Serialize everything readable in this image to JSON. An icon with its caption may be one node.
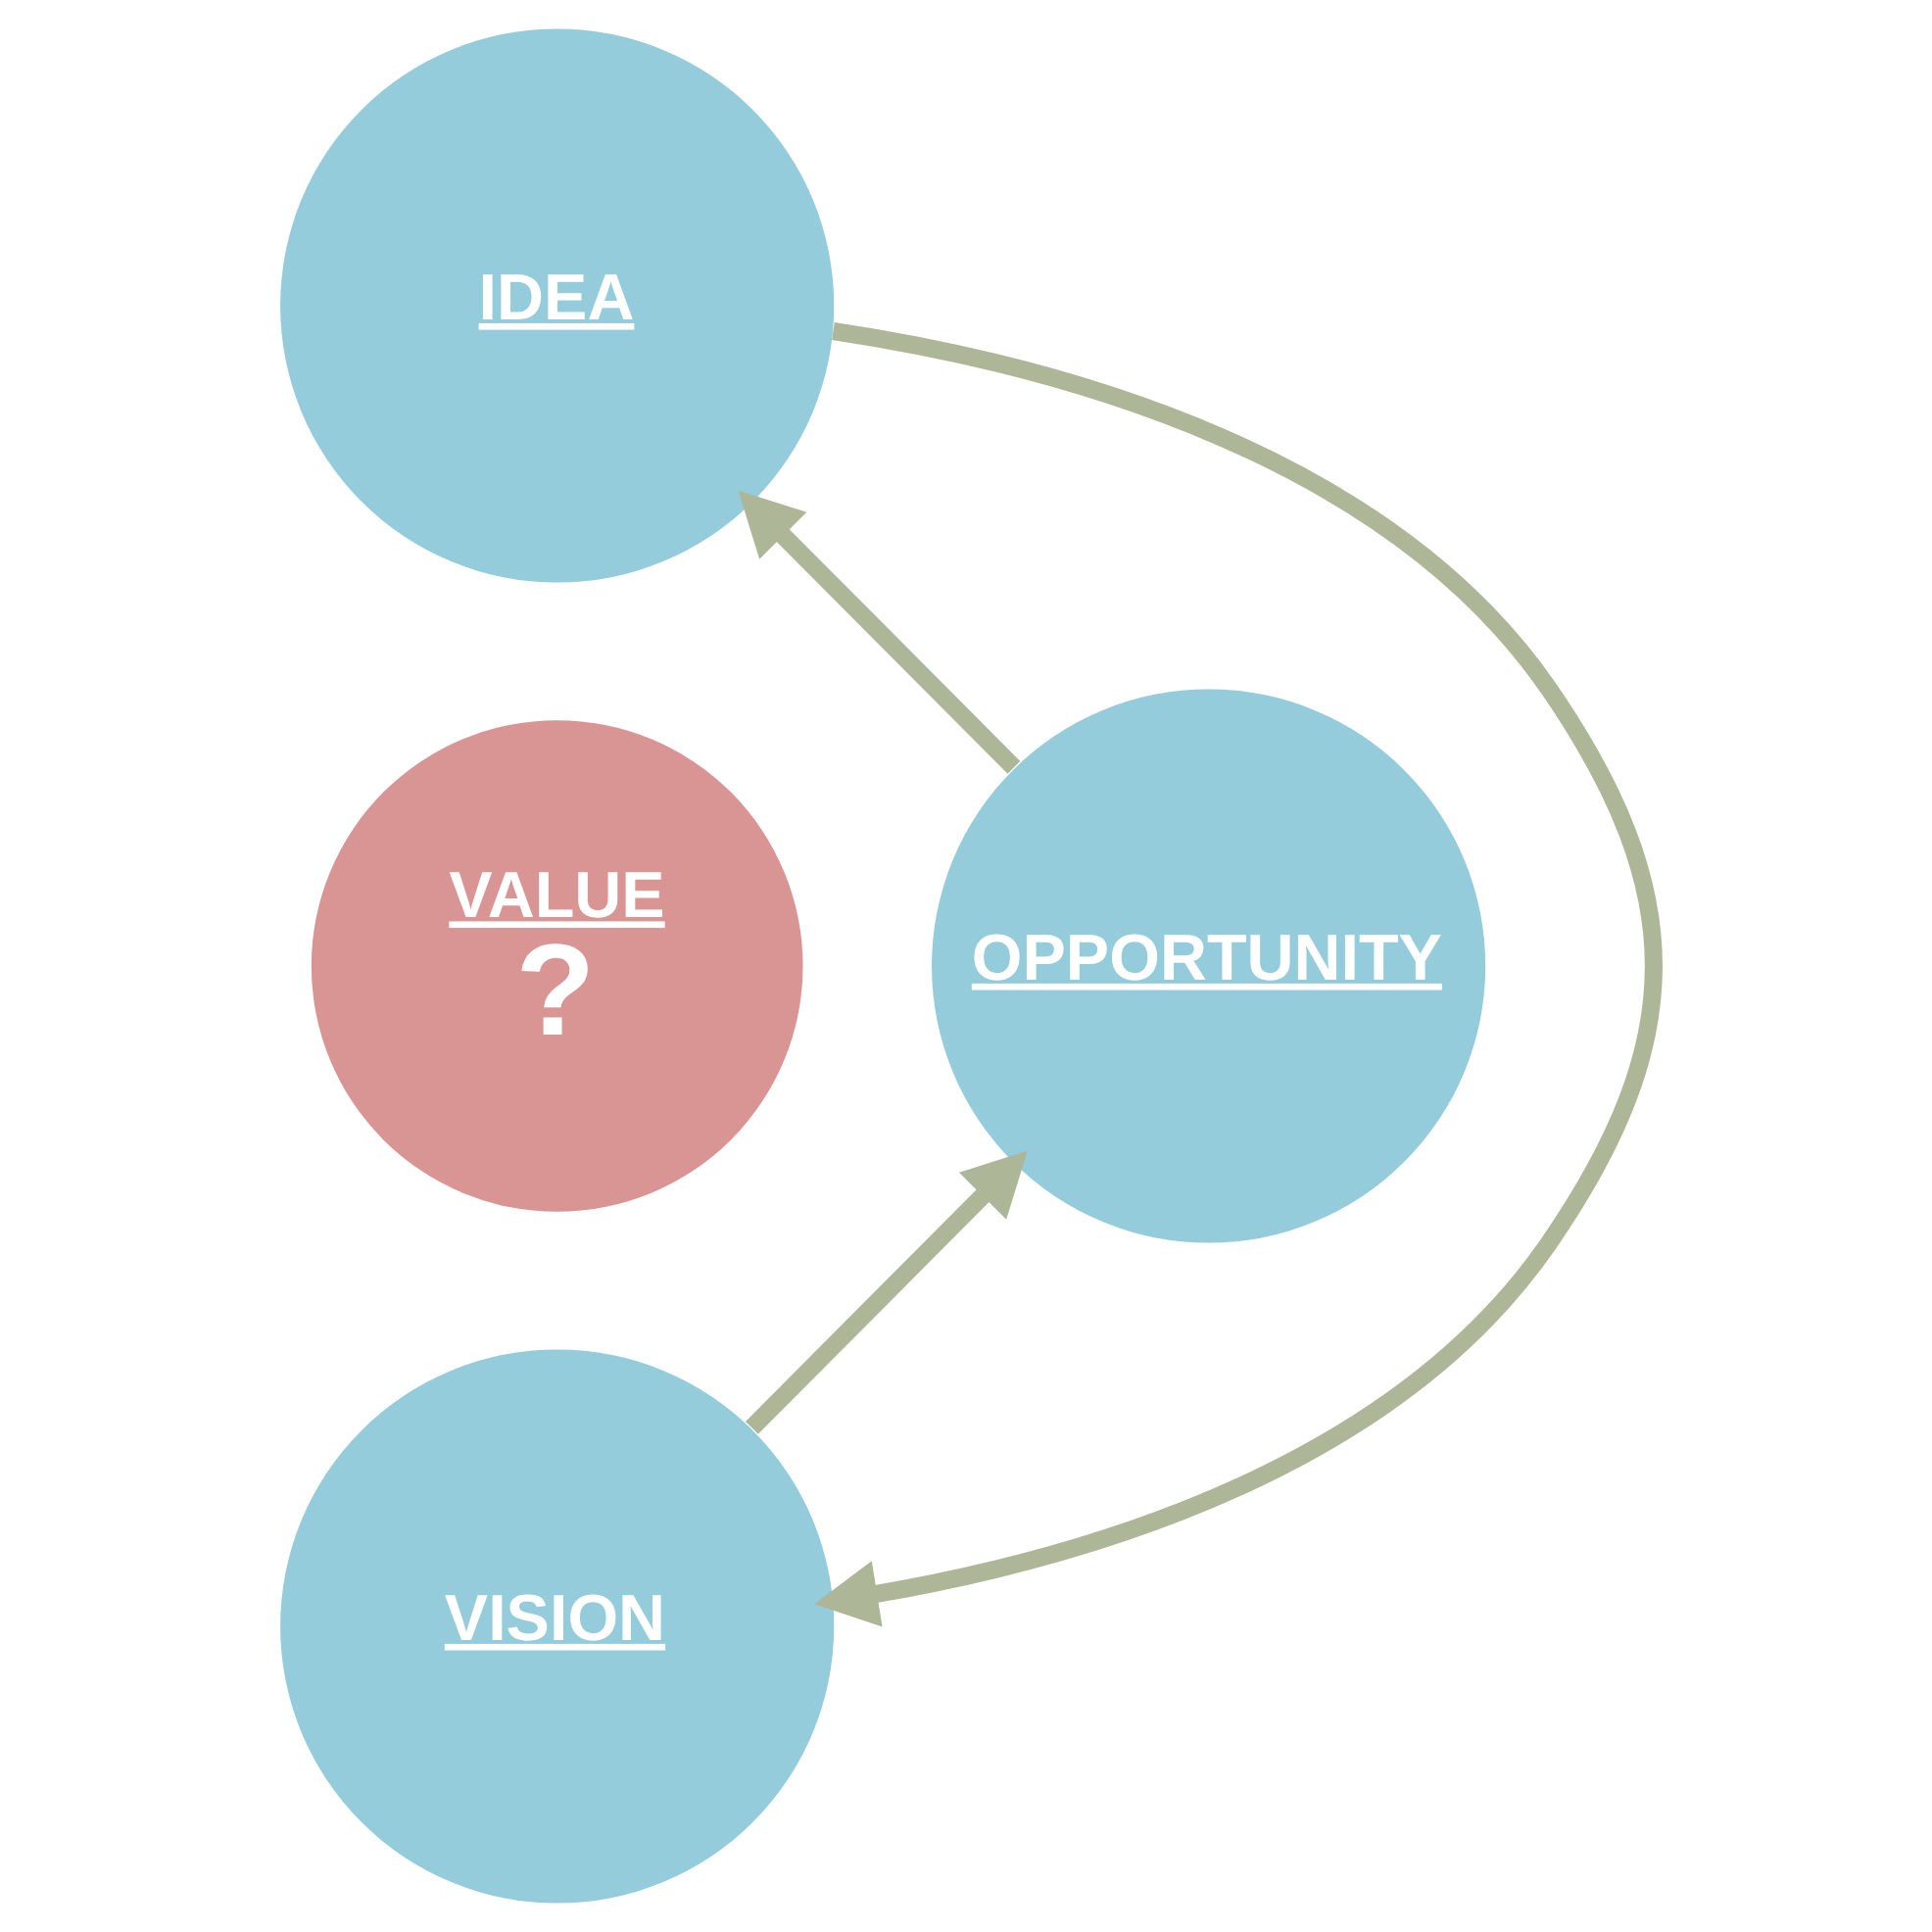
{
  "diagram": {
    "nodes": [
      {
        "text": [
          "IDEA"
        ]
      },
      {
        "text": [
          "VALUE",
          "?"
        ]
      },
      {
        "text": [
          "OPPORTUNITY"
        ]
      },
      {
        "text": [
          "VISION"
        ]
      }
    ],
    "edges": [
      {
        "from": 0,
        "to": 3,
        "arrow": "to"
      },
      {
        "from": 3,
        "to": 2,
        "arrow": "to"
      },
      {
        "from": 2,
        "to": 0,
        "arrow": "to"
      }
    ]
  }
}
